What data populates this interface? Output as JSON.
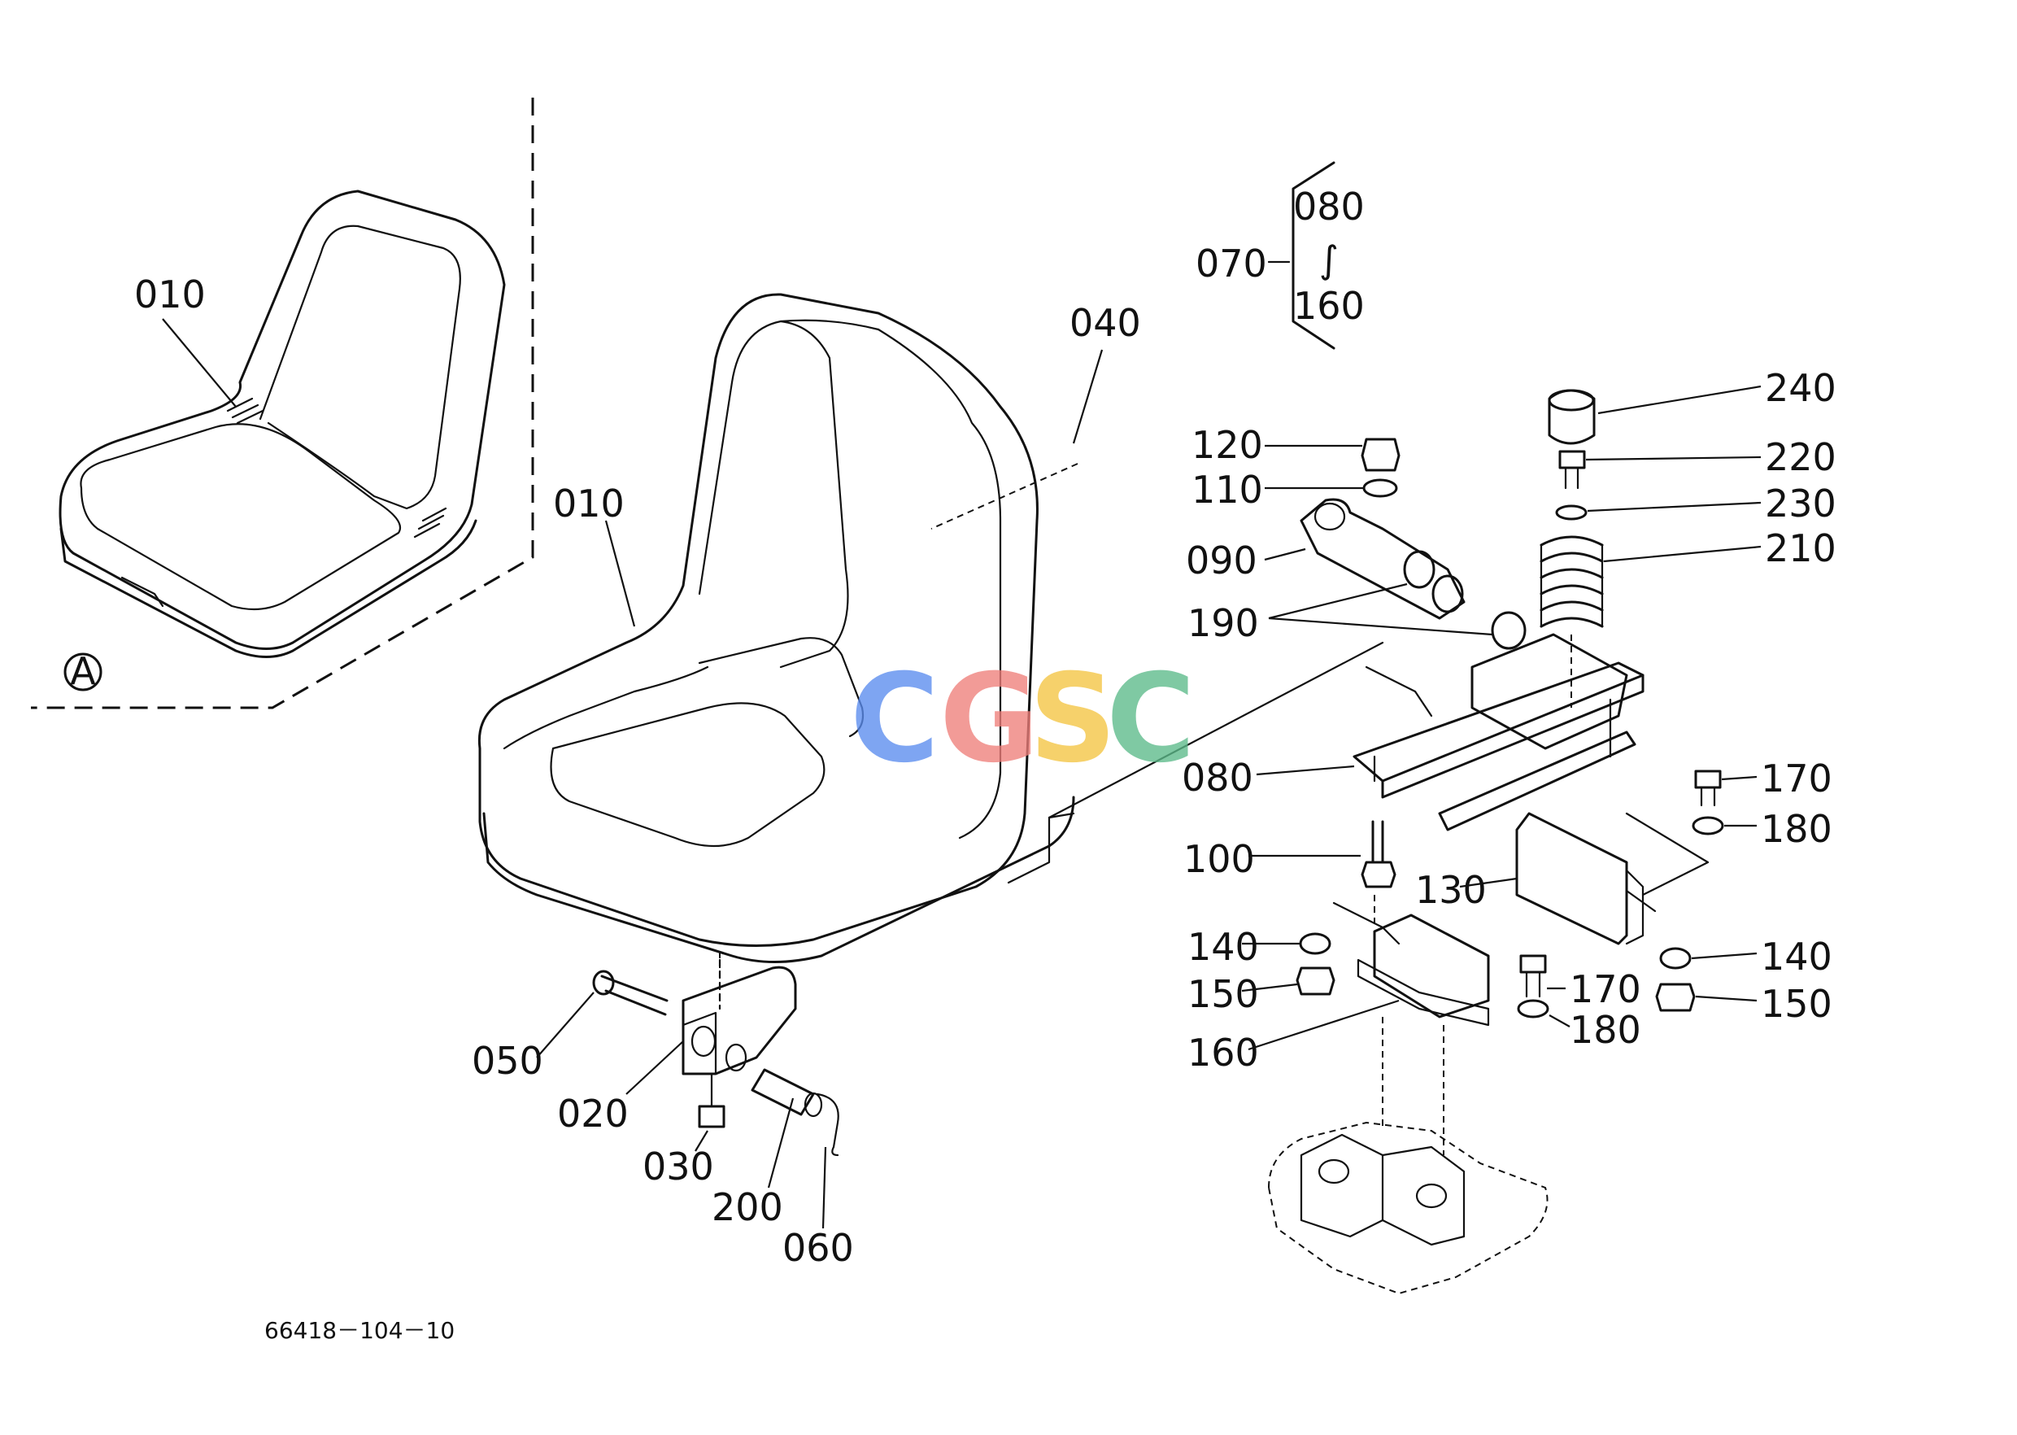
{
  "figure_code": "66418－104－10",
  "view_marker": "A",
  "watermark": {
    "letters": [
      "C",
      "G",
      "S",
      "C"
    ],
    "colors": [
      "#5b8def",
      "#ef7f7a",
      "#f4c542",
      "#5cba8a"
    ]
  },
  "part_labels": {
    "seat_inset": "010",
    "seat_main": "010",
    "bolt_040": "040",
    "pin_050": "050",
    "bracket_020": "020",
    "bolt_030": "030",
    "collar_200": "200",
    "pin_060": "060",
    "group_070": "070",
    "range_start_080": "080",
    "range_tilde": "∫",
    "range_end_160": "160",
    "nut_120": "120",
    "washer_110": "110",
    "hinge_090": "090",
    "bushing_190": "190",
    "rail_080": "080",
    "bolt_100": "100",
    "plate_130": "130",
    "washer_140_left": "140",
    "nut_150_left": "150",
    "bracket_160": "160",
    "cap_240": "240",
    "bolt_220": "220",
    "washer_230": "230",
    "spring_210": "210",
    "bolt_170_right": "170",
    "washer_180_right": "180",
    "washer_140_right": "140",
    "nut_150_right": "150",
    "bolt_170_center": "170",
    "washer_180_center": "180"
  }
}
